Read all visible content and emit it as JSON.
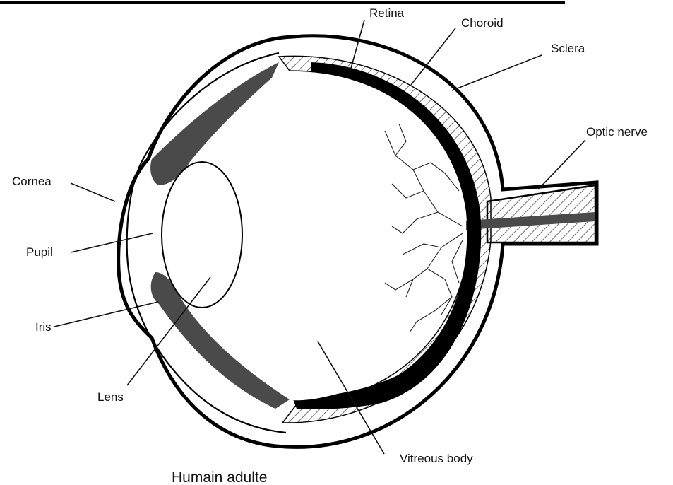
{
  "labels": {
    "retina": "Retina",
    "choroid": "Choroid",
    "sclera": "Sclera",
    "optic_nerve": "Optic nerve",
    "cornea": "Cornea",
    "pupil": "Pupil",
    "iris": "Iris",
    "lens": "Lens",
    "vitreous_body": "Vitreous body"
  },
  "caption": "Humain adulte",
  "colors": {
    "line": "#111111",
    "iris": "#4a4a4a",
    "choroid": "#000000",
    "background": "#ffffff"
  }
}
